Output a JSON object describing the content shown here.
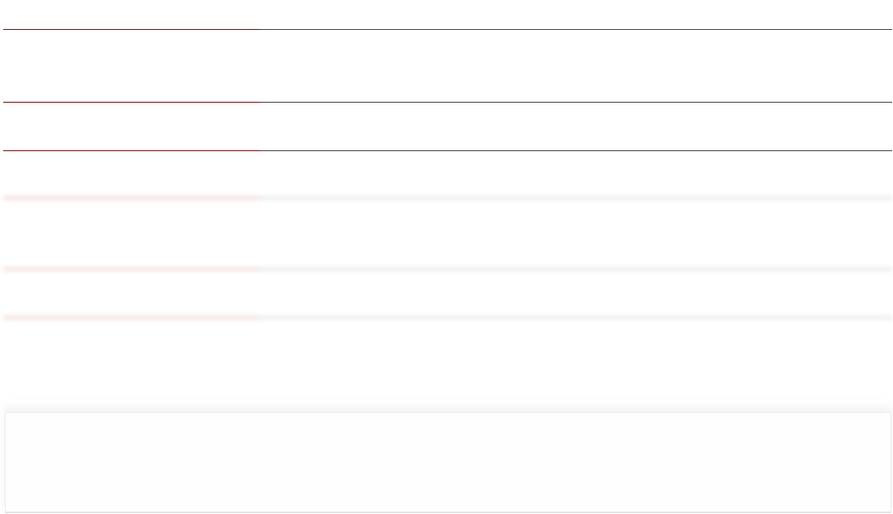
{
  "page": {
    "state": "content-hidden-blurred",
    "colors": {
      "accent": "#8b0000",
      "divider": "#3f3f3f",
      "blurred_accent": "#f1d6d6",
      "blurred_divider": "#e6e6e6",
      "background": "#ffffff"
    }
  },
  "sections": [
    {
      "id": "section-1",
      "label": ""
    },
    {
      "id": "section-2",
      "label": ""
    },
    {
      "id": "section-3",
      "label": ""
    }
  ],
  "blurred_sections": [
    {
      "id": "blurred-1",
      "label": ""
    },
    {
      "id": "blurred-2",
      "label": ""
    },
    {
      "id": "blurred-3",
      "label": ""
    }
  ],
  "panel": {
    "content": ""
  }
}
